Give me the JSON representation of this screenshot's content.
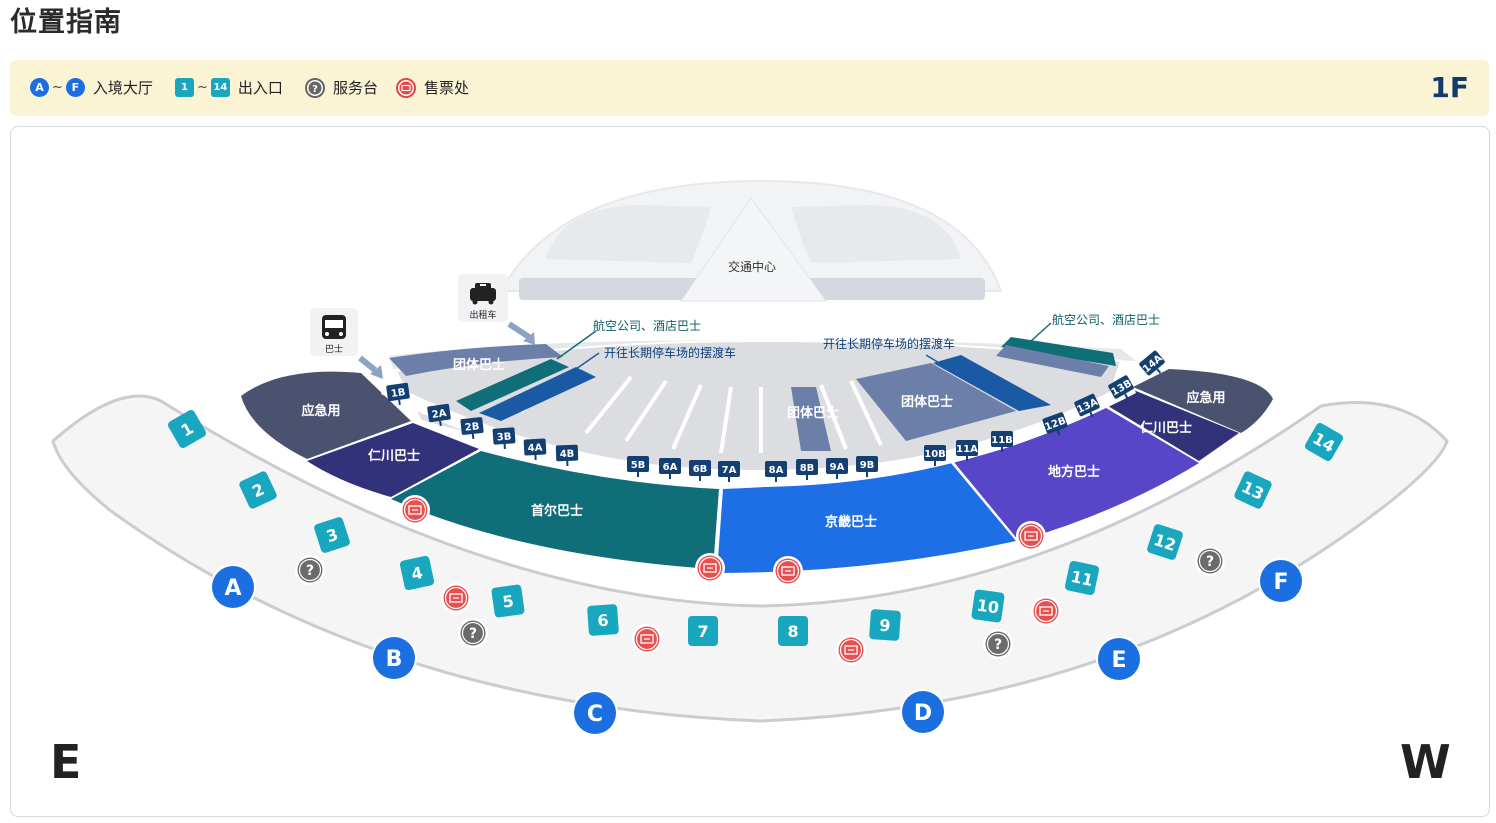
{
  "page": {
    "title": "位置指南",
    "floor": "1F"
  },
  "legend": {
    "hall_from": "A",
    "hall_sep": "~",
    "hall_to": "F",
    "hall_label": "入境大厅",
    "exit_from": "1",
    "exit_sep": "~",
    "exit_to": "14",
    "exit_label": "出入口",
    "info_label": "服务台",
    "ticket_label": "售票处"
  },
  "compass": {
    "left": "E",
    "right": "W"
  },
  "transport": {
    "center": "交通中心",
    "taxi": "出租车",
    "bus": "巴士",
    "airline_bus_left": "航空公司、酒店巴士",
    "shuttle_left": "开往长期停车场的摆渡车",
    "airline_bus_right": "航空公司、酒店巴士",
    "shuttle_right": "开往长期停车场的摆渡车"
  },
  "zones": {
    "emergency_left": "应急用",
    "incheon_left": "仁川巴士",
    "group_left": "团体巴士",
    "seoul": "首尔巴士",
    "gyeonggi": "京畿巴士",
    "group_mid": "团体巴士",
    "group_right": "团体巴士",
    "local": "地方巴士",
    "incheon_right": "仁川巴士",
    "emergency_right": "应急用"
  },
  "stops": [
    "1B",
    "2A",
    "2B",
    "3B",
    "4A",
    "4B",
    "5B",
    "6A",
    "6B",
    "7A",
    "8A",
    "8B",
    "9A",
    "9B",
    "10B",
    "11A",
    "11B",
    "12B",
    "13A",
    "13B",
    "14A"
  ],
  "gates": [
    "1",
    "2",
    "3",
    "4",
    "5",
    "6",
    "7",
    "8",
    "9",
    "10",
    "11",
    "12",
    "13",
    "14"
  ],
  "halls": [
    "A",
    "B",
    "C",
    "D",
    "E",
    "F"
  ],
  "colors": {
    "hall": "#1b6fe0",
    "gate": "#19a7c0",
    "stop": "#143f73",
    "seoul": "#0f6e78",
    "gyeonggi": "#1e6fe6",
    "local": "#5747c8",
    "incheon": "#32327a",
    "emergency": "#4a5270",
    "group": "#5e76a6",
    "info": "#666666",
    "ticket": "#e04848"
  }
}
